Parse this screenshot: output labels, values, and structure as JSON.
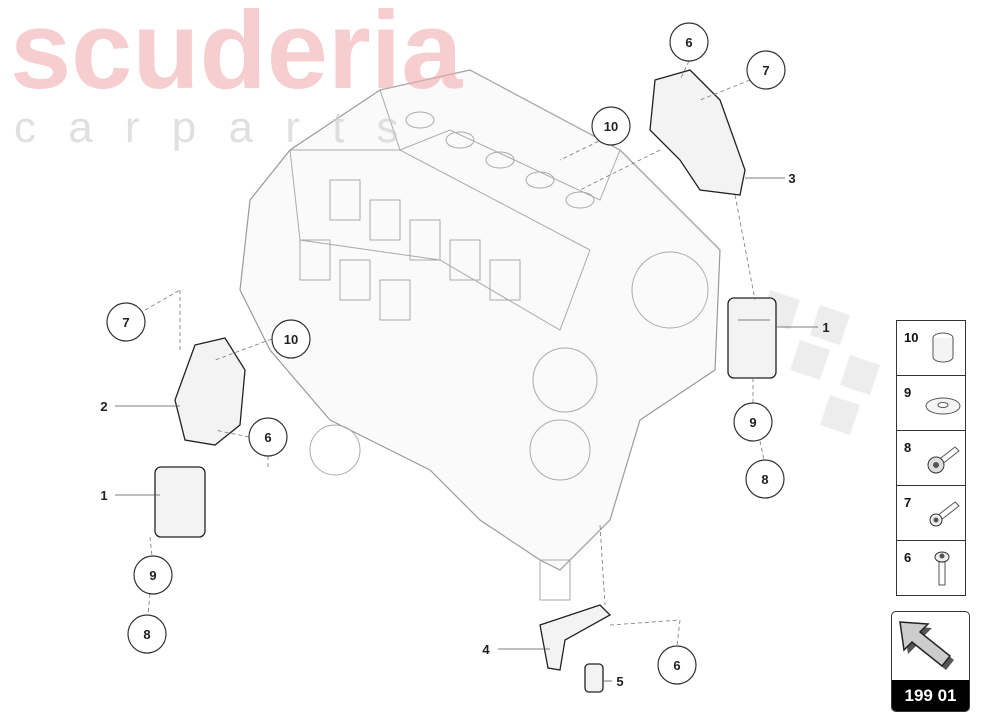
{
  "watermark": {
    "brand": "scuderia",
    "sub": "c a r p a r t s"
  },
  "callouts": [
    {
      "number": "6"
    },
    {
      "number": "7"
    },
    {
      "number": "10"
    },
    {
      "number": "7"
    },
    {
      "number": "10"
    },
    {
      "number": "6"
    },
    {
      "number": "9"
    },
    {
      "number": "8"
    },
    {
      "number": "9"
    },
    {
      "number": "8"
    },
    {
      "number": "6"
    }
  ],
  "labels": [
    {
      "number": "3"
    },
    {
      "number": "1"
    },
    {
      "number": "2"
    },
    {
      "number": "1"
    },
    {
      "number": "4"
    },
    {
      "number": "5"
    }
  ],
  "legend": [
    {
      "number": "10",
      "icon": "sleeve-icon"
    },
    {
      "number": "9",
      "icon": "washer-icon"
    },
    {
      "number": "8",
      "icon": "flange-bolt-icon"
    },
    {
      "number": "7",
      "icon": "socket-bolt-icon"
    },
    {
      "number": "6",
      "icon": "socket-screw-icon"
    }
  ],
  "page_ref": {
    "label": "199 01",
    "icon": "arrow-icon"
  }
}
